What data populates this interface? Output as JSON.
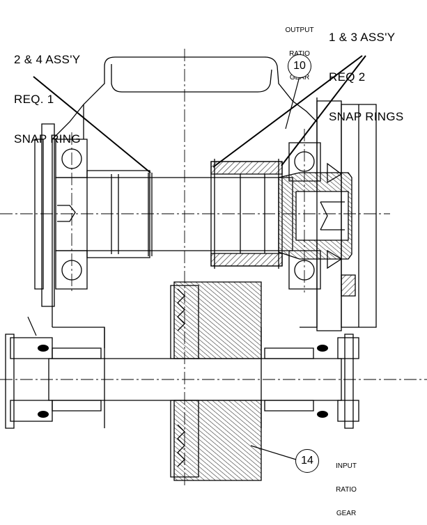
{
  "callouts": {
    "left": {
      "line1": "2 & 4 ASS'Y",
      "line2": "REQ. 1",
      "line3": "SNAP RING"
    },
    "right": {
      "line1": "1 & 3 ASS'Y",
      "line2": "REQ 2",
      "line3": "SNAP RINGS"
    }
  },
  "output_gear": {
    "line1": "OUTPUT",
    "line2": "RATIO",
    "line3": "GEAR",
    "number": "10"
  },
  "input_gear": {
    "line1": "INPUT",
    "line2": "RATIO",
    "line3": "GEAR",
    "number": "14"
  },
  "colors": {
    "ink": "#000000",
    "background": "#ffffff",
    "hatch": "#333333"
  }
}
